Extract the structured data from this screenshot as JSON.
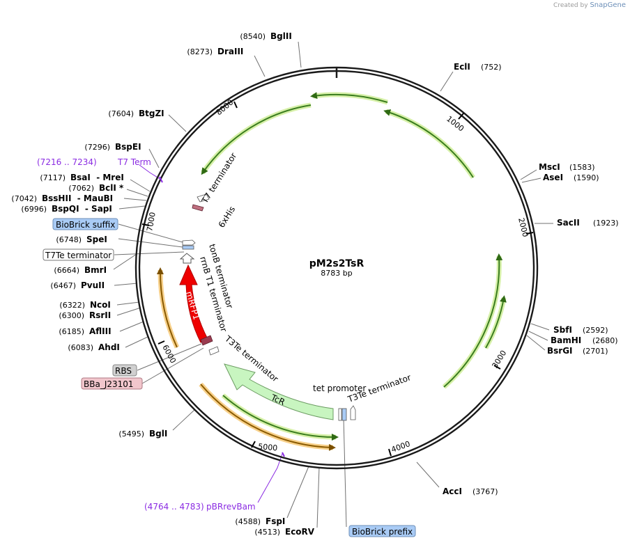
{
  "credit": {
    "prefix": "Created by",
    "brand": "SnapGene"
  },
  "plasmid": {
    "name": "pM2s2TsR",
    "length": "8783 bp"
  },
  "ticks": [
    "1000",
    "2000",
    "3000",
    "4000",
    "5000",
    "6000",
    "7000",
    "8000"
  ],
  "sites_right": [
    {
      "name": "EclI",
      "pos": "(752)"
    },
    {
      "name": "MscI",
      "pos": "(1583)"
    },
    {
      "name": "AseI",
      "pos": "(1590)"
    },
    {
      "name": "SacII",
      "pos": "(1923)"
    },
    {
      "name": "SbfI",
      "pos": "(2592)"
    },
    {
      "name": "BamHI",
      "pos": "(2680)"
    },
    {
      "name": "BsrGI",
      "pos": "(2701)"
    },
    {
      "name": "AccI",
      "pos": "(3767)"
    }
  ],
  "sites_left": [
    {
      "name": "BglII",
      "pos": "(8540)"
    },
    {
      "name": "DraIII",
      "pos": "(8273)"
    },
    {
      "name": "BtgZI",
      "pos": "(7604)"
    },
    {
      "name": "BspEI",
      "pos": "(7296)"
    },
    {
      "name": "BsaI  - MreI",
      "pos": "(7117)"
    },
    {
      "name": "BclI *",
      "pos": "(7062)"
    },
    {
      "name": "BssHII  - MauBI",
      "pos": "(7042)"
    },
    {
      "name": "BspQI  - SapI",
      "pos": "(6996)"
    },
    {
      "name": "SpeI",
      "pos": "(6748)"
    },
    {
      "name": "BmrI",
      "pos": "(6664)"
    },
    {
      "name": "PvuII",
      "pos": "(6467)"
    },
    {
      "name": "NcoI",
      "pos": "(6322)"
    },
    {
      "name": "RsrII",
      "pos": "(6300)"
    },
    {
      "name": "AflIII",
      "pos": "(6185)"
    },
    {
      "name": "AhdI",
      "pos": "(6083)"
    },
    {
      "name": "BglI",
      "pos": "(5495)"
    },
    {
      "name": "FspI",
      "pos": "(4588)"
    },
    {
      "name": "EcoRV",
      "pos": "(4513)"
    }
  ],
  "purple_labels": [
    {
      "range": "(7216 .. 7234)",
      "name": "T7 Term"
    },
    {
      "range": "(4764 .. 4783)",
      "name": "pBRrevBam"
    }
  ],
  "boxes": {
    "biobrick_suffix": "BioBrick suffix",
    "t7te_terminator": "T7Te terminator",
    "rbs": "RBS",
    "bba": "BBa_J23101",
    "biobrick_prefix": "BioBrick prefix"
  },
  "features": {
    "t7_terminator": "T7 terminator",
    "his": "6xHis",
    "tonb": "tonB terminator",
    "rrnb": "rrnB T1 terminator",
    "mrfp1": "mRFP1",
    "t3te_left": "T3Te terminator",
    "tcr": "TcR",
    "tet_promoter": "tet promoter",
    "t3te_right": "T3Te terminator"
  },
  "colors": {
    "backbone": "#1a1a1a",
    "green": "#3a7d1e",
    "green_glow": "#d6f0a8",
    "orange": "#8a5a00",
    "orange_glow": "#f7d08a",
    "mrfp1": "#ee0000",
    "tcr_fill": "#c8f5c0",
    "purple": "#8a2be2",
    "box_blue": "#a9cbf5",
    "box_grey": "#d0d0d0",
    "box_pink": "#f1c6cc"
  }
}
